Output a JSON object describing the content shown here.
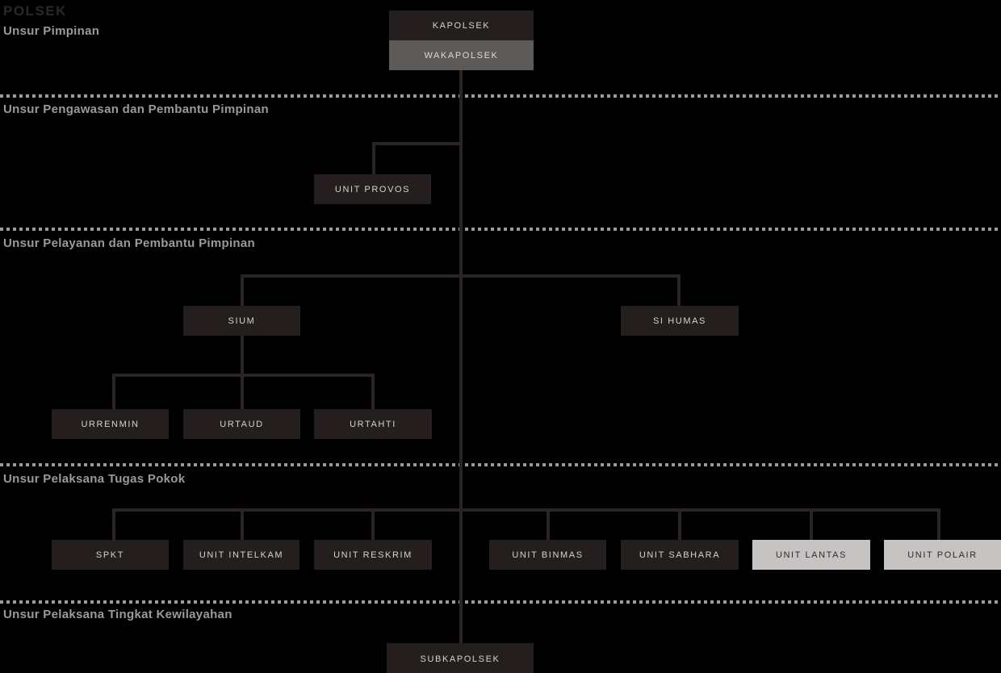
{
  "header": {
    "title": "POLSEK"
  },
  "colors": {
    "background": "#000000",
    "dark_box": "#241f1e",
    "mid_box": "#5d5a58",
    "light_box": "#c5c4c3",
    "dark_box_text": "#d5d3d1",
    "light_box_text": "#2f2c2b",
    "connector_line": "#2a2422",
    "divider_dash": "#9b9b9b",
    "section_label": "#9c9a99",
    "title_text": "#2d2827"
  },
  "sections": [
    {
      "label": "Unsur Pimpinan"
    },
    {
      "label": "Unsur Pengawasan dan Pembantu Pimpinan"
    },
    {
      "label": "Unsur Pelayanan dan Pembantu Pimpinan"
    },
    {
      "label": "Unsur Pelaksana Tugas Pokok"
    },
    {
      "label": "Unsur Pelaksana Tingkat Kewilayahan"
    }
  ],
  "nodes": {
    "kapolsek": {
      "label": "KAPOLSEK",
      "section": "Unsur Pimpinan",
      "style": "dark"
    },
    "wakapolsek": {
      "label": "WAKAPOLSEK",
      "section": "Unsur Pimpinan",
      "style": "mid"
    },
    "provos": {
      "label": "UNIT PROVOS",
      "section": "Unsur Pengawasan dan Pembantu Pimpinan",
      "style": "dark"
    },
    "sium": {
      "label": "SIUM",
      "section": "Unsur Pelayanan dan Pembantu Pimpinan",
      "style": "dark"
    },
    "sihumas": {
      "label": "SI HUMAS",
      "section": "Unsur Pelayanan dan Pembantu Pimpinan",
      "style": "dark"
    },
    "urrenmin": {
      "label": "URRENMIN",
      "section": "Unsur Pelayanan dan Pembantu Pimpinan",
      "style": "dark"
    },
    "urtaud": {
      "label": "URTAUD",
      "section": "Unsur Pelayanan dan Pembantu Pimpinan",
      "style": "dark"
    },
    "urtahti": {
      "label": "URTAHTI",
      "section": "Unsur Pelayanan dan Pembantu Pimpinan",
      "style": "dark"
    },
    "spkt": {
      "label": "SPKT",
      "section": "Unsur Pelaksana Tugas Pokok",
      "style": "dark"
    },
    "intelkam": {
      "label": "UNIT INTELKAM",
      "section": "Unsur Pelaksana Tugas Pokok",
      "style": "dark"
    },
    "reskrim": {
      "label": "UNIT RESKRIM",
      "section": "Unsur Pelaksana Tugas Pokok",
      "style": "dark"
    },
    "binmas": {
      "label": "UNIT BINMAS",
      "section": "Unsur Pelaksana Tugas Pokok",
      "style": "dark"
    },
    "sabhara": {
      "label": "UNIT SABHARA",
      "section": "Unsur Pelaksana Tugas Pokok",
      "style": "dark"
    },
    "lantas": {
      "label": "UNIT LANTAS",
      "section": "Unsur Pelaksana Tugas Pokok",
      "style": "light"
    },
    "polair": {
      "label": "UNIT POLAIR",
      "section": "Unsur Pelaksana Tugas Pokok",
      "style": "light"
    },
    "subkapolsek": {
      "label": "SUBKAPOLSEK",
      "section": "Unsur Pelaksana Tingkat Kewilayahan",
      "style": "dark"
    }
  },
  "hierarchy": {
    "root": "kapolsek",
    "edges": [
      [
        "kapolsek",
        "wakapolsek"
      ],
      [
        "wakapolsek",
        "provos"
      ],
      [
        "wakapolsek",
        "sium"
      ],
      [
        "wakapolsek",
        "sihumas"
      ],
      [
        "sium",
        "urrenmin"
      ],
      [
        "sium",
        "urtaud"
      ],
      [
        "sium",
        "urtahti"
      ],
      [
        "wakapolsek",
        "spkt"
      ],
      [
        "wakapolsek",
        "intelkam"
      ],
      [
        "wakapolsek",
        "reskrim"
      ],
      [
        "wakapolsek",
        "binmas"
      ],
      [
        "wakapolsek",
        "sabhara"
      ],
      [
        "wakapolsek",
        "lantas"
      ],
      [
        "wakapolsek",
        "polair"
      ],
      [
        "wakapolsek",
        "subkapolsek"
      ]
    ]
  }
}
